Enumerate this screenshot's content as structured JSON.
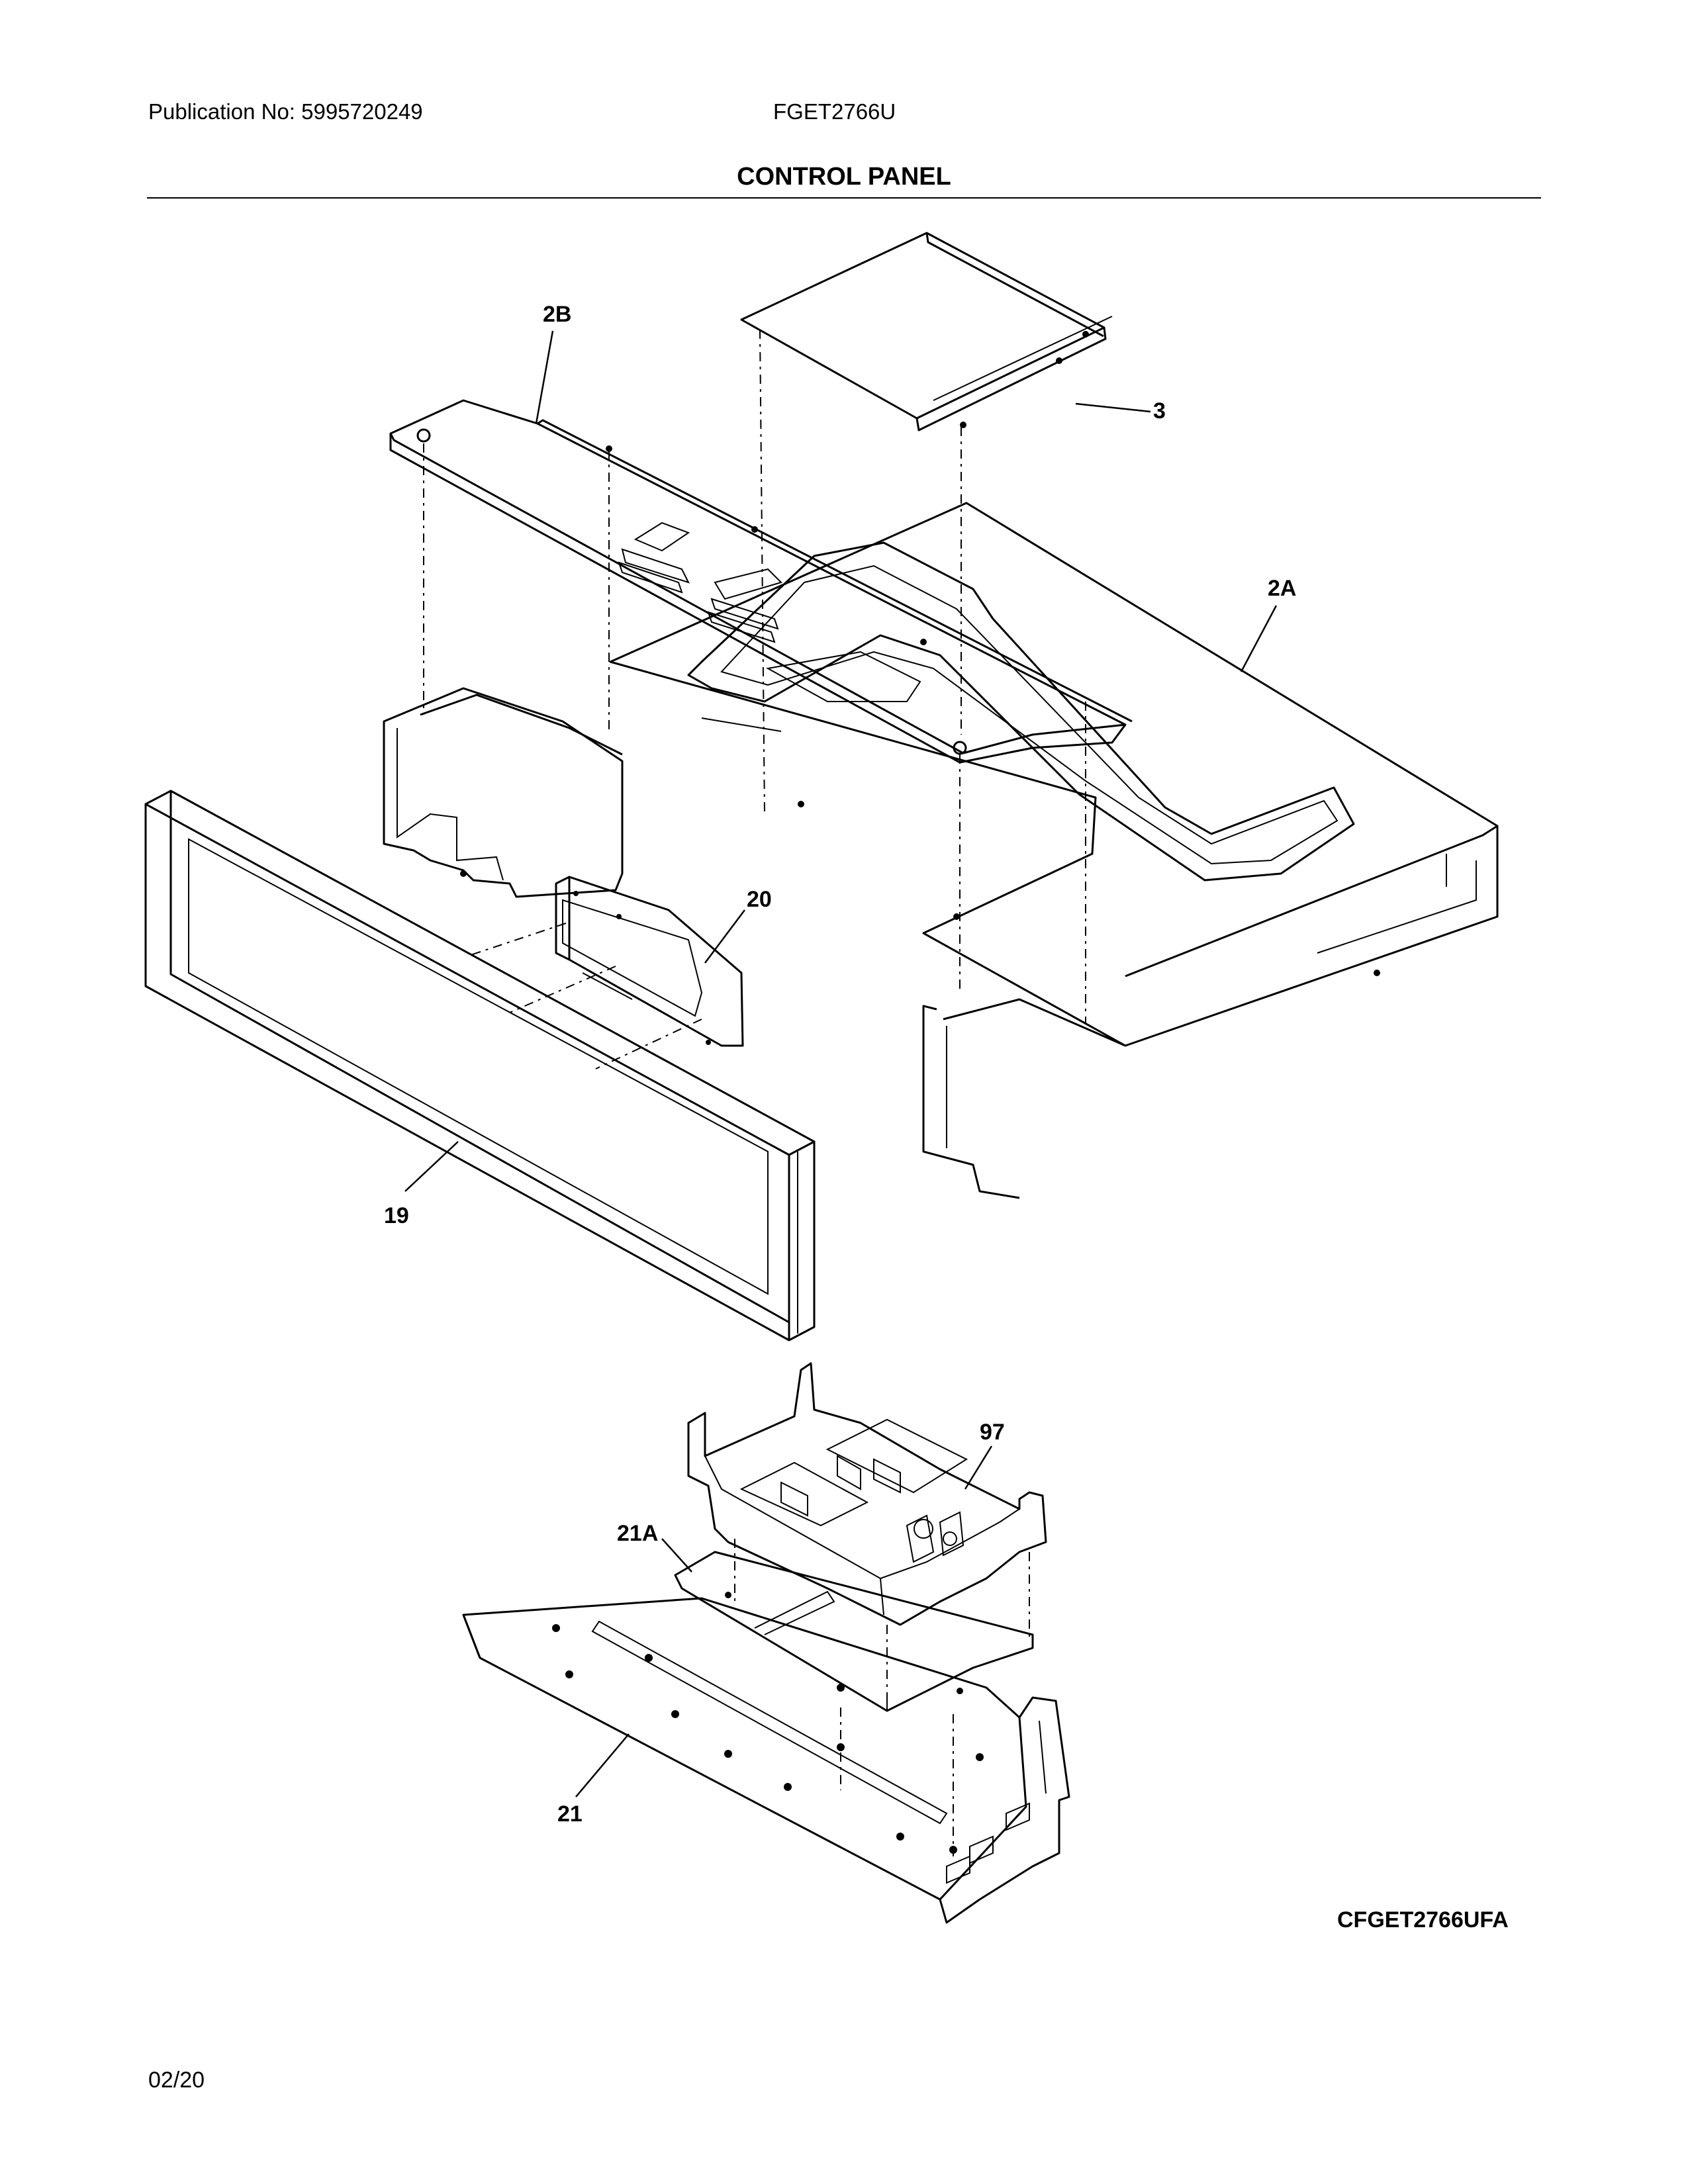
{
  "header": {
    "publication": "Publication No: 5995720249",
    "model": "FGET2766U"
  },
  "title": "CONTROL PANEL",
  "callouts": {
    "c2b": "2B",
    "c3": "3",
    "c2a": "2A",
    "c20": "20",
    "c19": "19",
    "c97": "97",
    "c21a": "21A",
    "c21": "21"
  },
  "figure_id": "CFGET2766UFA",
  "footer": {
    "date": "02/20"
  }
}
